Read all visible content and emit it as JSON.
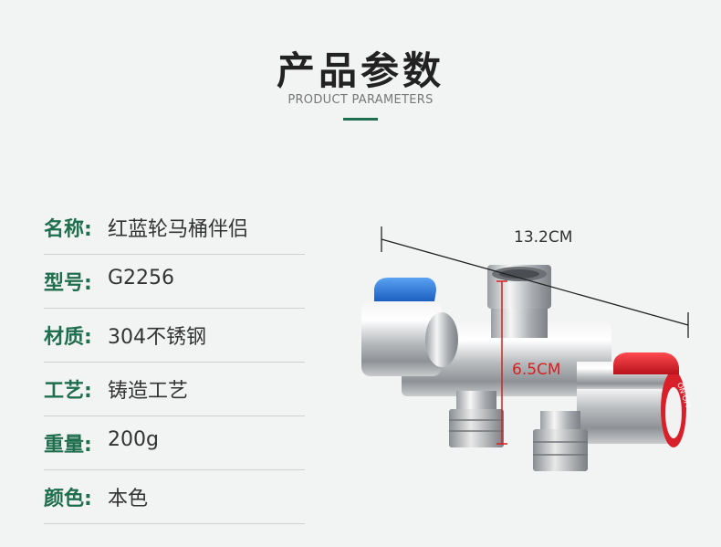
{
  "header": {
    "title": "产品参数",
    "subtitle": "PRODUCT PARAMETERS",
    "accent_color": "#1f6e4e"
  },
  "params": [
    {
      "label": "名称:",
      "value": "红蓝轮马桶伴侣"
    },
    {
      "label": "型号:",
      "value": "G2256"
    },
    {
      "label": "材质:",
      "value": "304不锈钢"
    },
    {
      "label": "工艺:",
      "value": "铸造工艺"
    },
    {
      "label": "重量:",
      "value": "200g"
    },
    {
      "label": "颜色:",
      "value": "本色"
    }
  ],
  "dimensions": {
    "width": "13.2CM",
    "height": "6.5CM",
    "height_color": "#d82020"
  },
  "product": {
    "left_knob_color": "#2f7fe0",
    "right_knob_color": "#e0202a",
    "knob_text": "ON·OFF"
  }
}
